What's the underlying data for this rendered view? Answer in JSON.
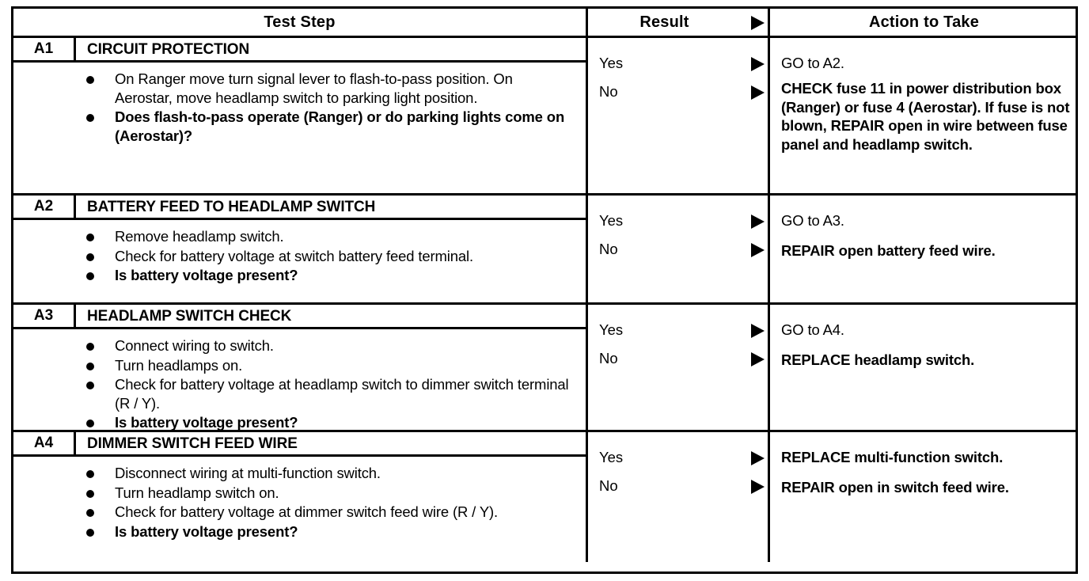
{
  "header": {
    "test_step": "Test Step",
    "result": "Result",
    "action": "Action to Take",
    "result_arrow_icon": "triangle-right-icon"
  },
  "rows": [
    {
      "code": "A1",
      "title": "CIRCUIT PROTECTION",
      "steps": [
        {
          "text": "On Ranger move turn signal lever to flash-to-pass position. On Aerostar, move headlamp switch to parking light position.",
          "bold": false
        },
        {
          "text": "Does flash-to-pass operate (Ranger) or do parking lights come on (Aerostar)?",
          "bold": true
        }
      ],
      "results": [
        {
          "label": "Yes",
          "action": "GO to A2.",
          "action_bold": false,
          "single_line": true
        },
        {
          "label": "No",
          "action": "CHECK fuse 11 in power distribution box (Ranger) or fuse 4 (Aerostar). If fuse is not blown, REPAIR open in wire between fuse panel and headlamp switch.",
          "action_bold": true,
          "single_line": false
        }
      ]
    },
    {
      "code": "A2",
      "title": "BATTERY FEED TO HEADLAMP SWITCH",
      "steps": [
        {
          "text": "Remove headlamp switch.",
          "bold": false
        },
        {
          "text": "Check for battery voltage at switch battery feed terminal.",
          "bold": false
        },
        {
          "text": "Is battery voltage present?",
          "bold": true
        }
      ],
      "results": [
        {
          "label": "Yes",
          "action": "GO to A3.",
          "action_bold": false,
          "single_line": true
        },
        {
          "label": "No",
          "action": "REPAIR open battery feed wire.",
          "action_bold": true,
          "single_line": true
        }
      ]
    },
    {
      "code": "A3",
      "title": "HEADLAMP SWITCH CHECK",
      "steps": [
        {
          "text": "Connect wiring to switch.",
          "bold": false
        },
        {
          "text": "Turn headlamps on.",
          "bold": false
        },
        {
          "text": "Check for battery voltage at headlamp switch to dimmer switch terminal (R / Y).",
          "bold": false
        },
        {
          "text": "Is battery voltage present?",
          "bold": true
        }
      ],
      "results": [
        {
          "label": "Yes",
          "action": "GO to A4.",
          "action_bold": false,
          "single_line": true
        },
        {
          "label": "No",
          "action": "REPLACE headlamp switch.",
          "action_bold": true,
          "single_line": true
        }
      ]
    },
    {
      "code": "A4",
      "title": "DIMMER SWITCH FEED WIRE",
      "steps": [
        {
          "text": "Disconnect wiring at multi-function switch.",
          "bold": false
        },
        {
          "text": "Turn headlamp switch on.",
          "bold": false
        },
        {
          "text": "Check for battery voltage at dimmer switch feed wire (R / Y).",
          "bold": false
        },
        {
          "text": "Is battery voltage present?",
          "bold": true
        }
      ],
      "results": [
        {
          "label": "Yes",
          "action": "REPLACE multi-function switch.",
          "action_bold": true,
          "single_line": true
        },
        {
          "label": "No",
          "action": "REPAIR open in switch feed wire.",
          "action_bold": true,
          "single_line": true
        }
      ]
    }
  ],
  "colors": {
    "ink": "#000000",
    "paper": "#ffffff"
  }
}
